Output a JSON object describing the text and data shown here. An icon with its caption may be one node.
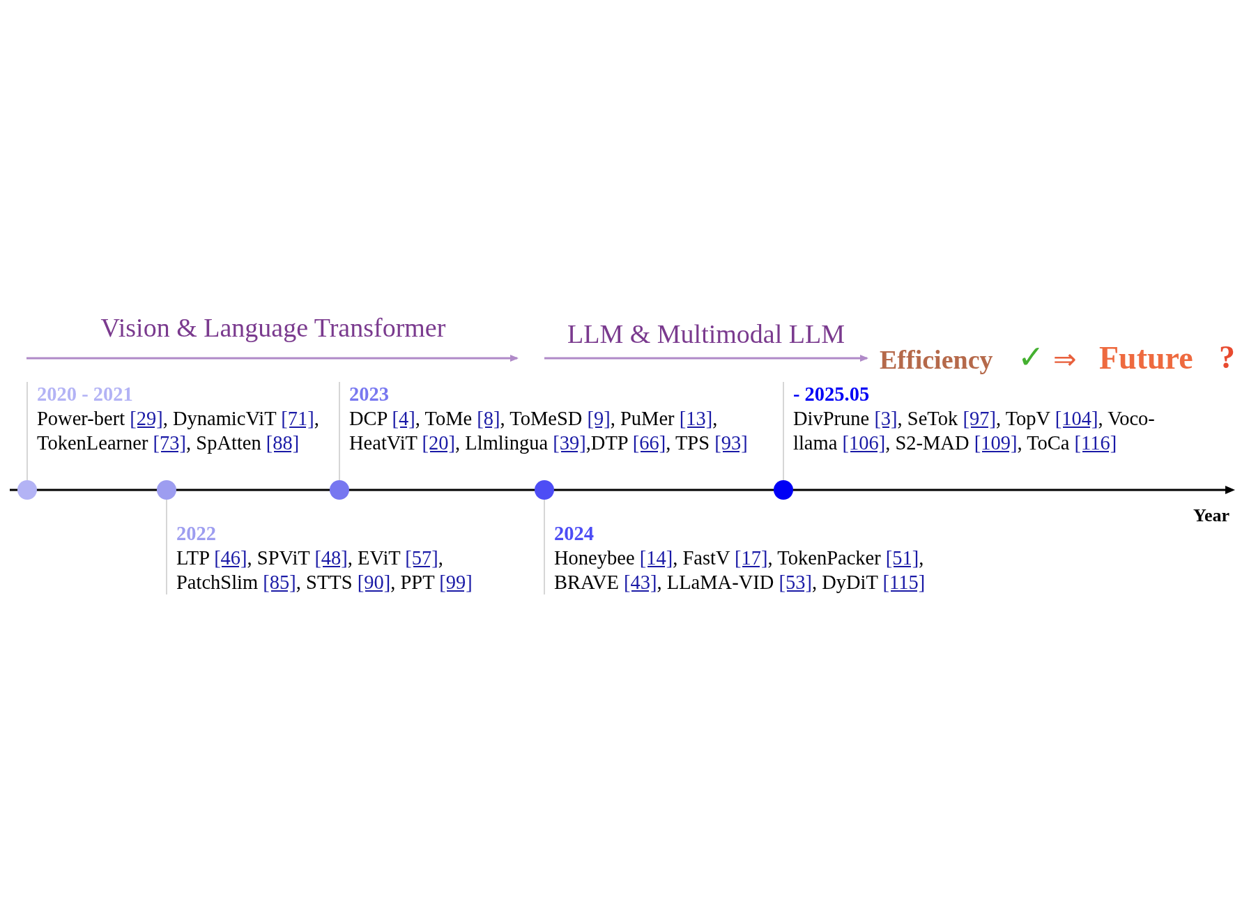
{
  "diagram": {
    "nodes": [
      {
        "text": [
          "2020 - 2021",
          "Power-bert [29], DynamicViT [71], TokenLearner [73], SpAtten [88]"
        ]
      },
      {
        "text": [
          "2022",
          "LTP [46], SPViT [48], EViT [57], PatchSlim [85], STTS [90], PPT [99]"
        ]
      },
      {
        "text": [
          "2023",
          "DCP [4], ToMe [8], ToMeSD [9], PuMer [13], HeatViT [20], Llmlingua [39],DTP [66], TPS [93]"
        ]
      },
      {
        "text": [
          "2024",
          "Honeybee [14], FastV [17], TokenPacker [51], BRAVE [43], LLaMA-VID [53], DyDiT [115]"
        ]
      },
      {
        "text": [
          "- 2025.05",
          "DivPrune [3], SeTok [97], TopV [104], Voco-llama [106], S2-MAD [109], ToCa [116]"
        ]
      },
      {
        "text": [],
        "shape": "circle"
      },
      {
        "text": [],
        "shape": "circle"
      },
      {
        "text": [],
        "shape": "circle"
      },
      {
        "text": [],
        "shape": "circle"
      },
      {
        "text": [],
        "shape": "circle"
      }
    ],
    "edges": [
      {
        "from": 0,
        "to": 5,
        "arrow": "none"
      },
      {
        "from": 1,
        "to": 6,
        "arrow": "none"
      },
      {
        "from": 2,
        "to": 7,
        "arrow": "none"
      },
      {
        "from": 3,
        "to": 8,
        "arrow": "none"
      },
      {
        "from": 4,
        "to": 9,
        "arrow": "none"
      }
    ],
    "labels": [
      "Vision & Language Transformer",
      "LLM & Multimodal LLM",
      "Efficiency",
      "✓",
      "⇒",
      "Future",
      "?",
      "Year"
    ]
  }
}
